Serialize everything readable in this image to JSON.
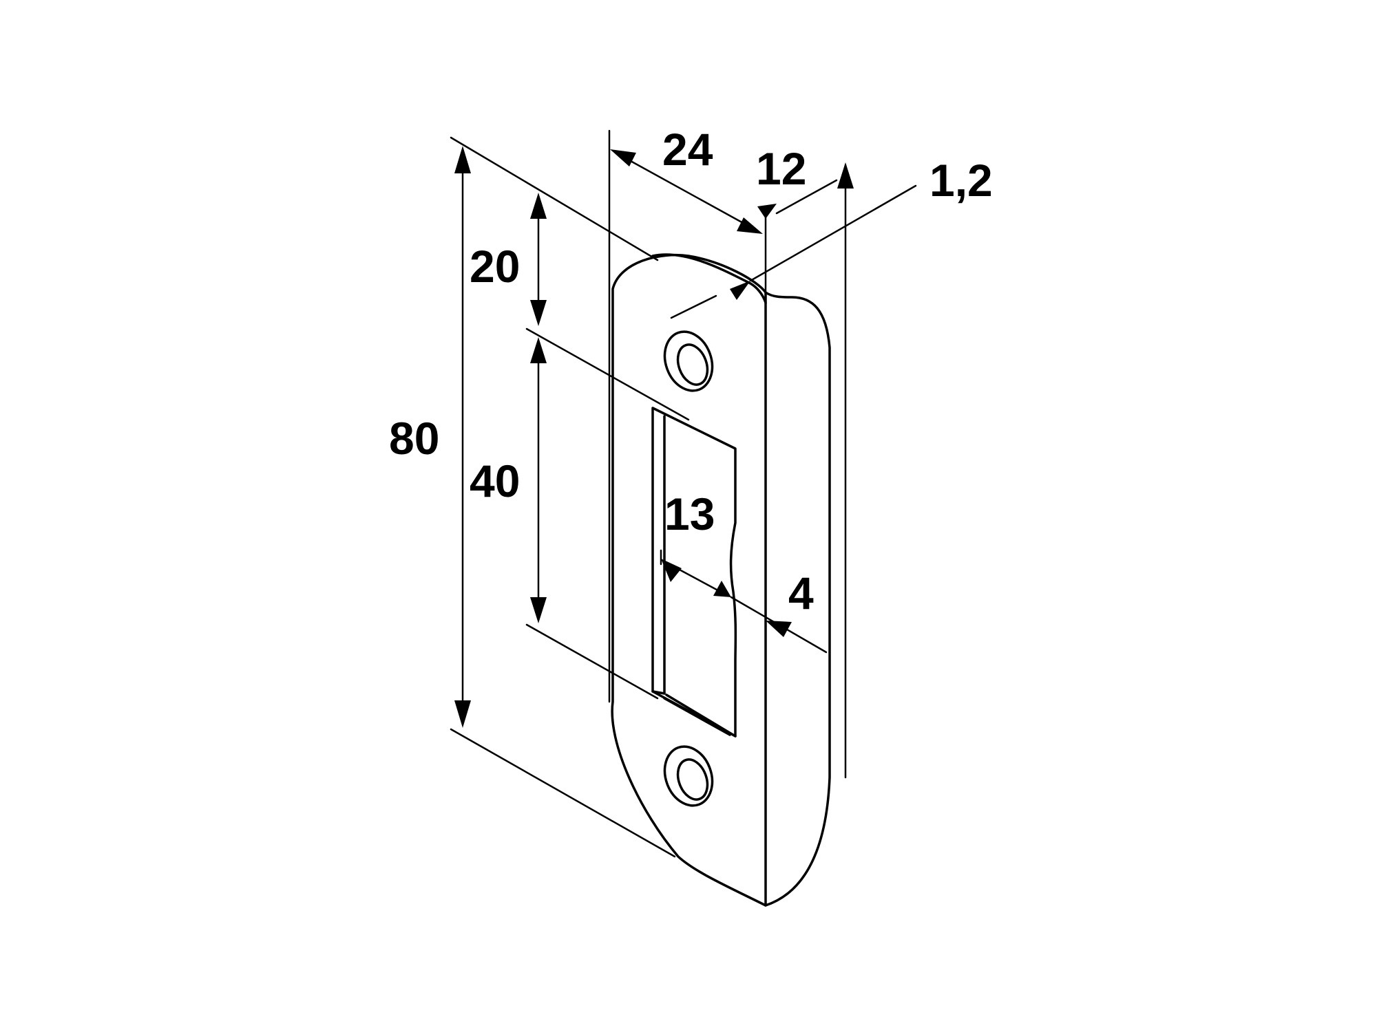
{
  "dimensions": {
    "overall_height": "80",
    "top_offset": "20",
    "slot_height": "40",
    "plate_width": "24",
    "lip_width": "12",
    "thickness": "1,2",
    "slot_width": "13",
    "lip_depth": "4"
  },
  "colors": {
    "line": "#000000",
    "background": "#ffffff"
  }
}
